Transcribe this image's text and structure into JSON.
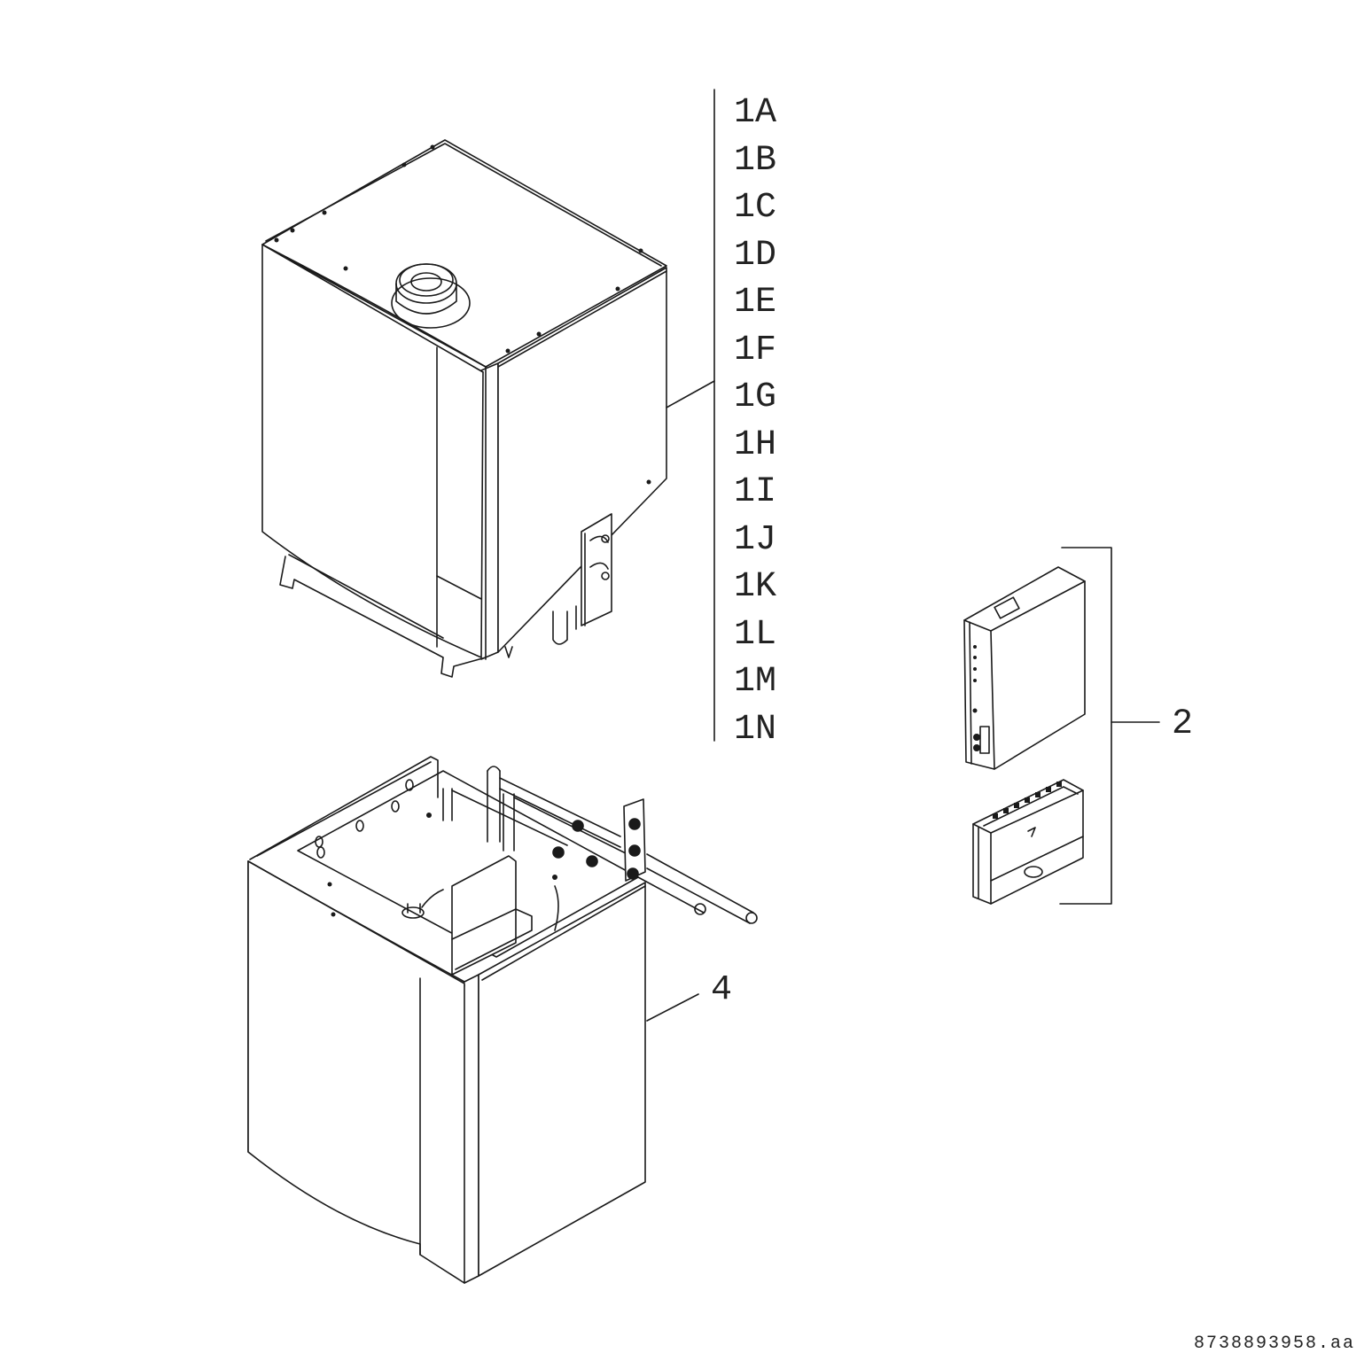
{
  "diagram": {
    "type": "exploded-view parts drawing",
    "callouts": {
      "group1": {
        "items": [
          "1A",
          "1B",
          "1C",
          "1D",
          "1E",
          "1F",
          "1G",
          "1H",
          "1I",
          "1J",
          "1K",
          "1L",
          "1M",
          "1N"
        ],
        "refers_to": "wall-mounted boiler unit"
      },
      "group2": {
        "label": "2",
        "refers_to": "controller modules (two units)"
      },
      "group4": {
        "label": "4",
        "refers_to": "base cabinet with pipework"
      }
    },
    "document_id": "8738893958.aa",
    "line_color": "#1a1a1a",
    "background": "#ffffff"
  }
}
